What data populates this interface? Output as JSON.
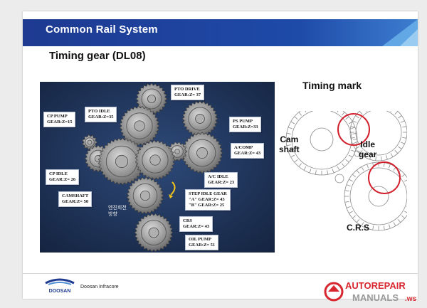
{
  "header": {
    "title": "Common Rail System"
  },
  "subtitle": "Timing gear (DL08)",
  "photo": {
    "callouts": [
      {
        "id": "pto-drive",
        "lines": [
          "PTO DRIVE",
          "GEAR:Z= 37"
        ]
      },
      {
        "id": "pto-idle",
        "lines": [
          "PTO IDLE",
          "GEAR:Z=35"
        ]
      },
      {
        "id": "cp-pump",
        "lines": [
          "CP PUMP",
          "GEAR:Z=15"
        ]
      },
      {
        "id": "ps-pump",
        "lines": [
          "PS PUMP",
          "GEAR:Z=33"
        ]
      },
      {
        "id": "ac-comp",
        "lines": [
          "A/COMP",
          "GEAR:Z= 43"
        ]
      },
      {
        "id": "cp-idle",
        "lines": [
          "CP IDLE",
          "GEAR:Z= 26"
        ]
      },
      {
        "id": "ac-idle",
        "lines": [
          "A/C IDLE",
          "GEAR:Z= 23"
        ]
      },
      {
        "id": "camshaft",
        "lines": [
          "CAMSHAFT",
          "GEAR:Z= 50"
        ]
      },
      {
        "id": "step-idle",
        "lines": [
          "STEP IDLE GEAR",
          "\"A\" GEAR:Z= 43",
          "\"B\" GEAR:Z= 25"
        ]
      },
      {
        "id": "crs",
        "lines": [
          "CRS",
          "GEAR:Z= 43"
        ]
      },
      {
        "id": "oil-pump",
        "lines": [
          "OIL PUMP",
          "GEAR:Z= 51"
        ]
      }
    ],
    "rotation_note": [
      "엔진회전",
      "방향"
    ]
  },
  "timing": {
    "title": "Timing mark",
    "cam_label": [
      "Cam",
      "shaft"
    ],
    "idle_label": [
      "Idle",
      "gear"
    ],
    "crs_label": "C.R.S"
  },
  "footer": {
    "logo_text": "DOOSAN",
    "brand": "Doosan Infracore"
  },
  "watermark": {
    "line1": "AUTOREPAIR",
    "line2": "MANUALS",
    "suffix": ".ws"
  },
  "colors": {
    "header_dark": "#1f3a93",
    "header_light": "#5aa2e0",
    "photo_bg": "#1f3358",
    "timing_circle": "#d21f2b",
    "watermark_red": "#d7262e",
    "watermark_gray": "#9a9a9a"
  }
}
